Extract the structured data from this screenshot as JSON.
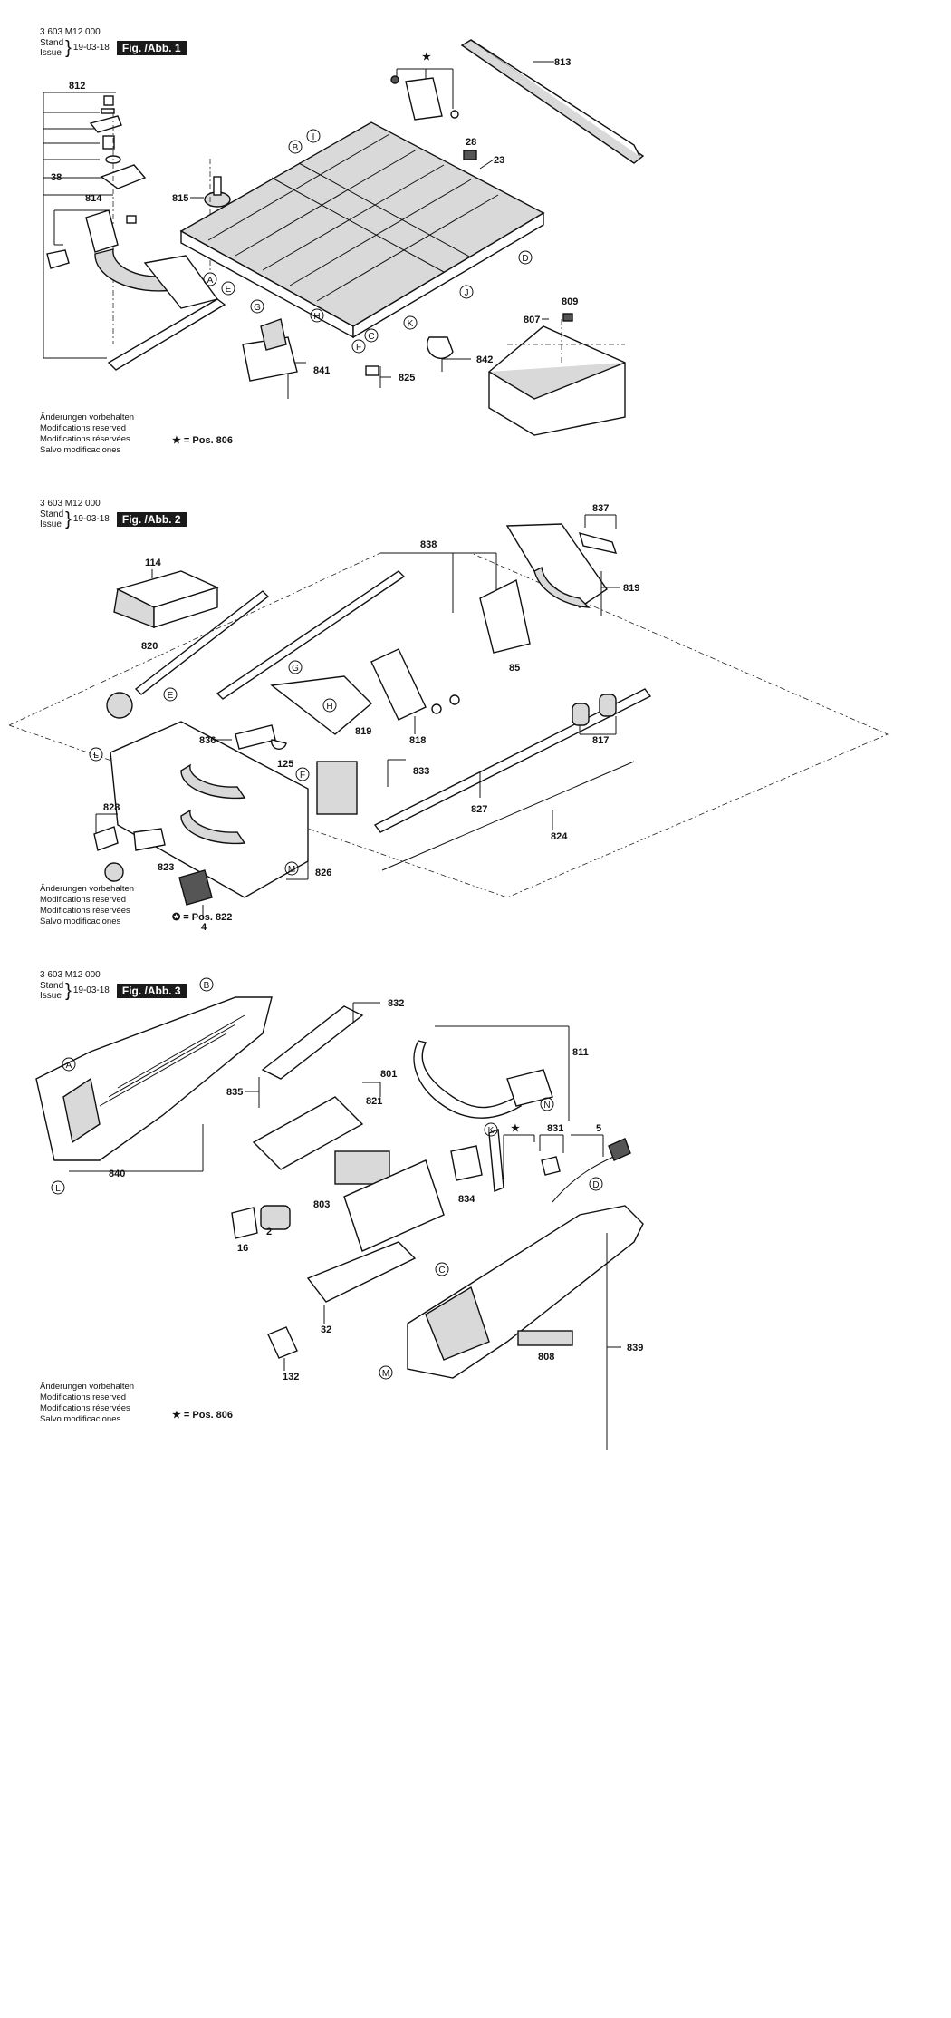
{
  "figures": [
    {
      "code": "3 603 M12 000",
      "stand": "Stand",
      "issue": "Issue",
      "date": "19-03-18",
      "label": "Fig. /Abb. 1",
      "notes": [
        "Änderungen vorbehalten",
        "Modifications reserved",
        "Modifications réservées",
        "Salvo modificaciones"
      ],
      "legend": "★ = Pos. 806",
      "parts": [
        "812",
        "38",
        "814",
        "815",
        "813",
        "28",
        "23",
        "809",
        "807",
        "842",
        "841",
        "825"
      ],
      "letters": [
        "A",
        "B",
        "C",
        "D",
        "E",
        "G",
        "H",
        "I",
        "J",
        "K",
        "F"
      ],
      "star_symbol": "★"
    },
    {
      "code": "3 603 M12 000",
      "stand": "Stand",
      "issue": "Issue",
      "date": "19-03-18",
      "label": "Fig. /Abb. 2",
      "notes": [
        "Änderungen vorbehalten",
        "Modifications reserved",
        "Modifications réservées",
        "Salvo modificaciones"
      ],
      "legend": "✪ = Pos. 822",
      "parts": [
        "114",
        "838",
        "837",
        "819",
        "85",
        "820",
        "818",
        "836",
        "125",
        "833",
        "828",
        "823",
        "826",
        "817",
        "827",
        "824",
        "4"
      ],
      "letters": [
        "E",
        "G",
        "H",
        "L",
        "F",
        "M"
      ]
    },
    {
      "code": "3 603 M12 000",
      "stand": "Stand",
      "issue": "Issue",
      "date": "19-03-18",
      "label": "Fig. /Abb. 3",
      "notes": [
        "Änderungen vorbehalten",
        "Modifications reserved",
        "Modifications réservées",
        "Salvo modificaciones"
      ],
      "legend": "★ = Pos. 806",
      "parts": [
        "832",
        "811",
        "835",
        "801",
        "821",
        "840",
        "803",
        "2",
        "16",
        "834",
        "831",
        "5",
        "32",
        "808",
        "839",
        "132"
      ],
      "letters": [
        "B",
        "A",
        "L",
        "N",
        "K",
        "D",
        "C",
        "M"
      ],
      "star_symbol": "★"
    }
  ]
}
